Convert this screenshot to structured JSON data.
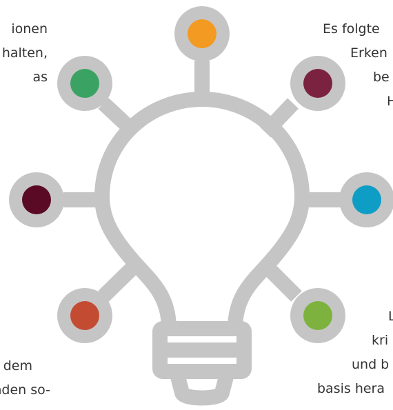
{
  "text_blocks": {
    "top_left": [
      "ionen",
      "halten,",
      "as"
    ],
    "top_right": [
      "Es folgte",
      "Erken",
      "be",
      "H"
    ],
    "bottom_left": [
      "ei dem",
      "enden so-"
    ],
    "bottom_right": [
      "L",
      "kri",
      "und b",
      "basis hera"
    ]
  },
  "colors": {
    "bulb_gray": "#c6c5c5",
    "node_top": "#f39a22",
    "node_upper_left": "#3aa364",
    "node_upper_right": "#7b2241",
    "node_left": "#5a0a25",
    "node_right": "#0e9ec5",
    "node_lower_left": "#c34b32",
    "node_lower_right": "#7cb23d"
  }
}
